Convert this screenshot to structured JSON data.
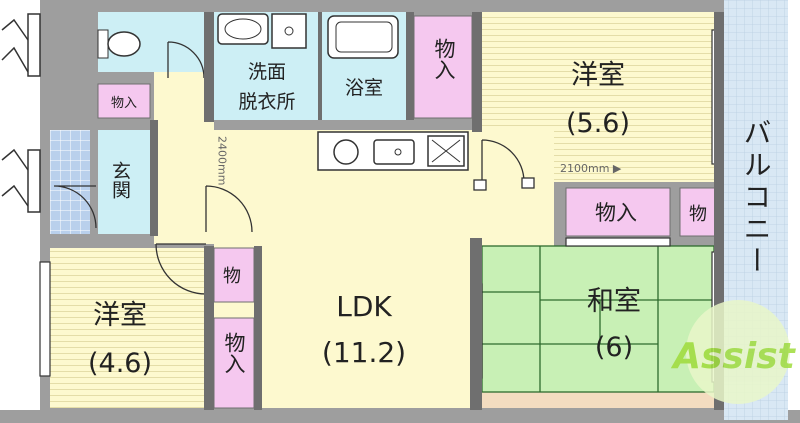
{
  "colors": {
    "wall": "#9e9e9e",
    "wall_dark": "#6f6f6f",
    "yellow_floor": "#fdf9cf",
    "wet_area": "#cdeff5",
    "tile": "#b9d0ec",
    "storage": "#f5c8ef",
    "tatami": "#c8f0b5",
    "tatami_line": "#2e6b2e",
    "balcony": "#d9e8f4",
    "wood": "#f3dcc0",
    "text": "#222222",
    "logo": "#9fdc3c"
  },
  "rooms": {
    "western_room_1": {
      "name": "洋室",
      "size": "(5.6)"
    },
    "western_room_2": {
      "name": "洋室",
      "size": "(4.6)"
    },
    "japanese_room": {
      "name": "和室",
      "size": "(6)"
    },
    "ldk": {
      "name": "LDK",
      "size": "(11.2)"
    },
    "washroom": {
      "line1": "洗面",
      "line2": "脱衣所"
    },
    "bathroom": {
      "name": "浴室"
    },
    "entrance": {
      "name": "玄関"
    },
    "balcony": {
      "name": "バルコニー"
    }
  },
  "storage": {
    "top": "物入",
    "small_left": "物入",
    "above_washitsu": "物入",
    "right_narrow": "物",
    "corridor_small": "物",
    "bottom": "物入"
  },
  "dimensions": {
    "horizontal": "2100mm ▶",
    "vertical": "2400mm"
  },
  "logo": {
    "text": "Assist"
  }
}
